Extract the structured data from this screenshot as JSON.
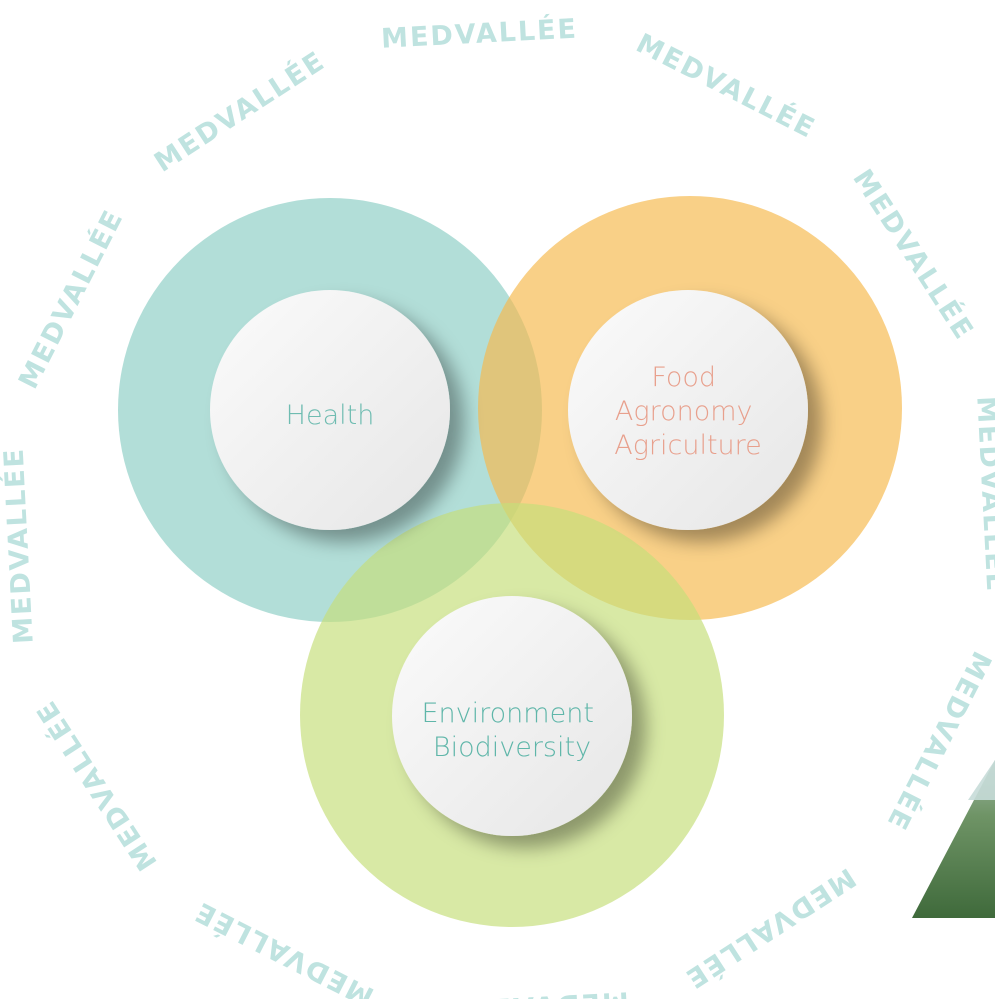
{
  "ring": {
    "word": "MEDVALLÉE",
    "color": "#bfe3e0"
  },
  "circles": [
    {
      "id": "health",
      "color": "#8ecfc6",
      "label_color": "#6fbcb1",
      "lines": [
        "Health"
      ]
    },
    {
      "id": "food",
      "color": "#f6b94e",
      "label_color": "#e8a08d",
      "lines": [
        "Food",
        "Agronomy",
        "Agriculture"
      ]
    },
    {
      "id": "environment",
      "color": "#c5de7a",
      "label_color": "#5fb6a9",
      "lines": [
        "Environment",
        "Biodiversity"
      ]
    }
  ]
}
